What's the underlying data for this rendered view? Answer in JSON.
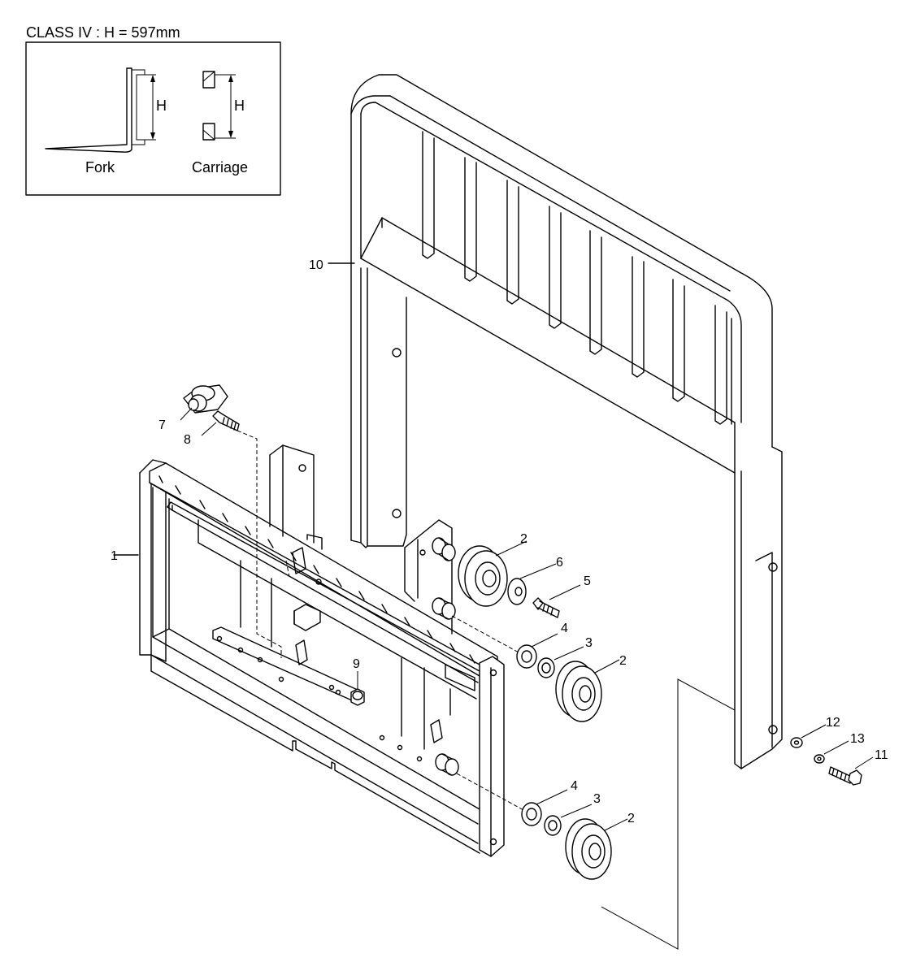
{
  "heading": "CLASS IV : H = 597mm",
  "inset": {
    "fork_caption": "Fork",
    "carriage_caption": "Carriage",
    "dimension_label": "H"
  },
  "callouts": [
    {
      "key": "c1",
      "text": "1"
    },
    {
      "key": "c2a",
      "text": "2"
    },
    {
      "key": "c2b",
      "text": "2"
    },
    {
      "key": "c2c",
      "text": "2"
    },
    {
      "key": "c3a",
      "text": "3"
    },
    {
      "key": "c3b",
      "text": "3"
    },
    {
      "key": "c4a",
      "text": "4"
    },
    {
      "key": "c4b",
      "text": "4"
    },
    {
      "key": "c5",
      "text": "5"
    },
    {
      "key": "c6",
      "text": "6"
    },
    {
      "key": "c7",
      "text": "7"
    },
    {
      "key": "c8",
      "text": "8"
    },
    {
      "key": "c9",
      "text": "9"
    },
    {
      "key": "c10",
      "text": "10"
    },
    {
      "key": "c11",
      "text": "11"
    },
    {
      "key": "c12",
      "text": "12"
    },
    {
      "key": "c13",
      "text": "13"
    }
  ]
}
